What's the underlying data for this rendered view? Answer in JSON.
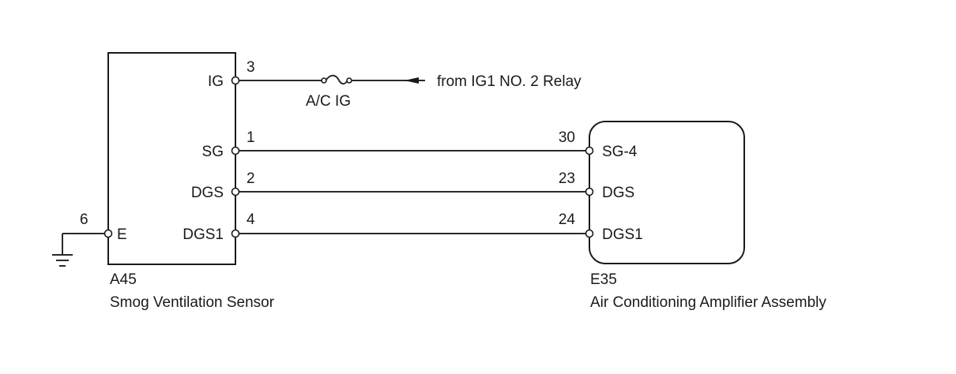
{
  "sensor": {
    "code": "A45",
    "name": "Smog Ventilation Sensor",
    "pins": {
      "ig": {
        "label": "IG",
        "number": "3"
      },
      "sg": {
        "label": "SG",
        "number": "1"
      },
      "dgs": {
        "label": "DGS",
        "number": "2"
      },
      "dgs1": {
        "label": "DGS1",
        "number": "4"
      },
      "e": {
        "label": "E",
        "number": "6"
      }
    }
  },
  "amplifier": {
    "code": "E35",
    "name": "Air Conditioning Amplifier Assembly",
    "pins": {
      "sg4": {
        "label": "SG-4",
        "number": "30"
      },
      "dgs": {
        "label": "DGS",
        "number": "23"
      },
      "dgs1": {
        "label": "DGS1",
        "number": "24"
      }
    }
  },
  "fuse": {
    "label": "A/C IG"
  },
  "power_source": {
    "label": "from IG1 NO. 2 Relay"
  }
}
